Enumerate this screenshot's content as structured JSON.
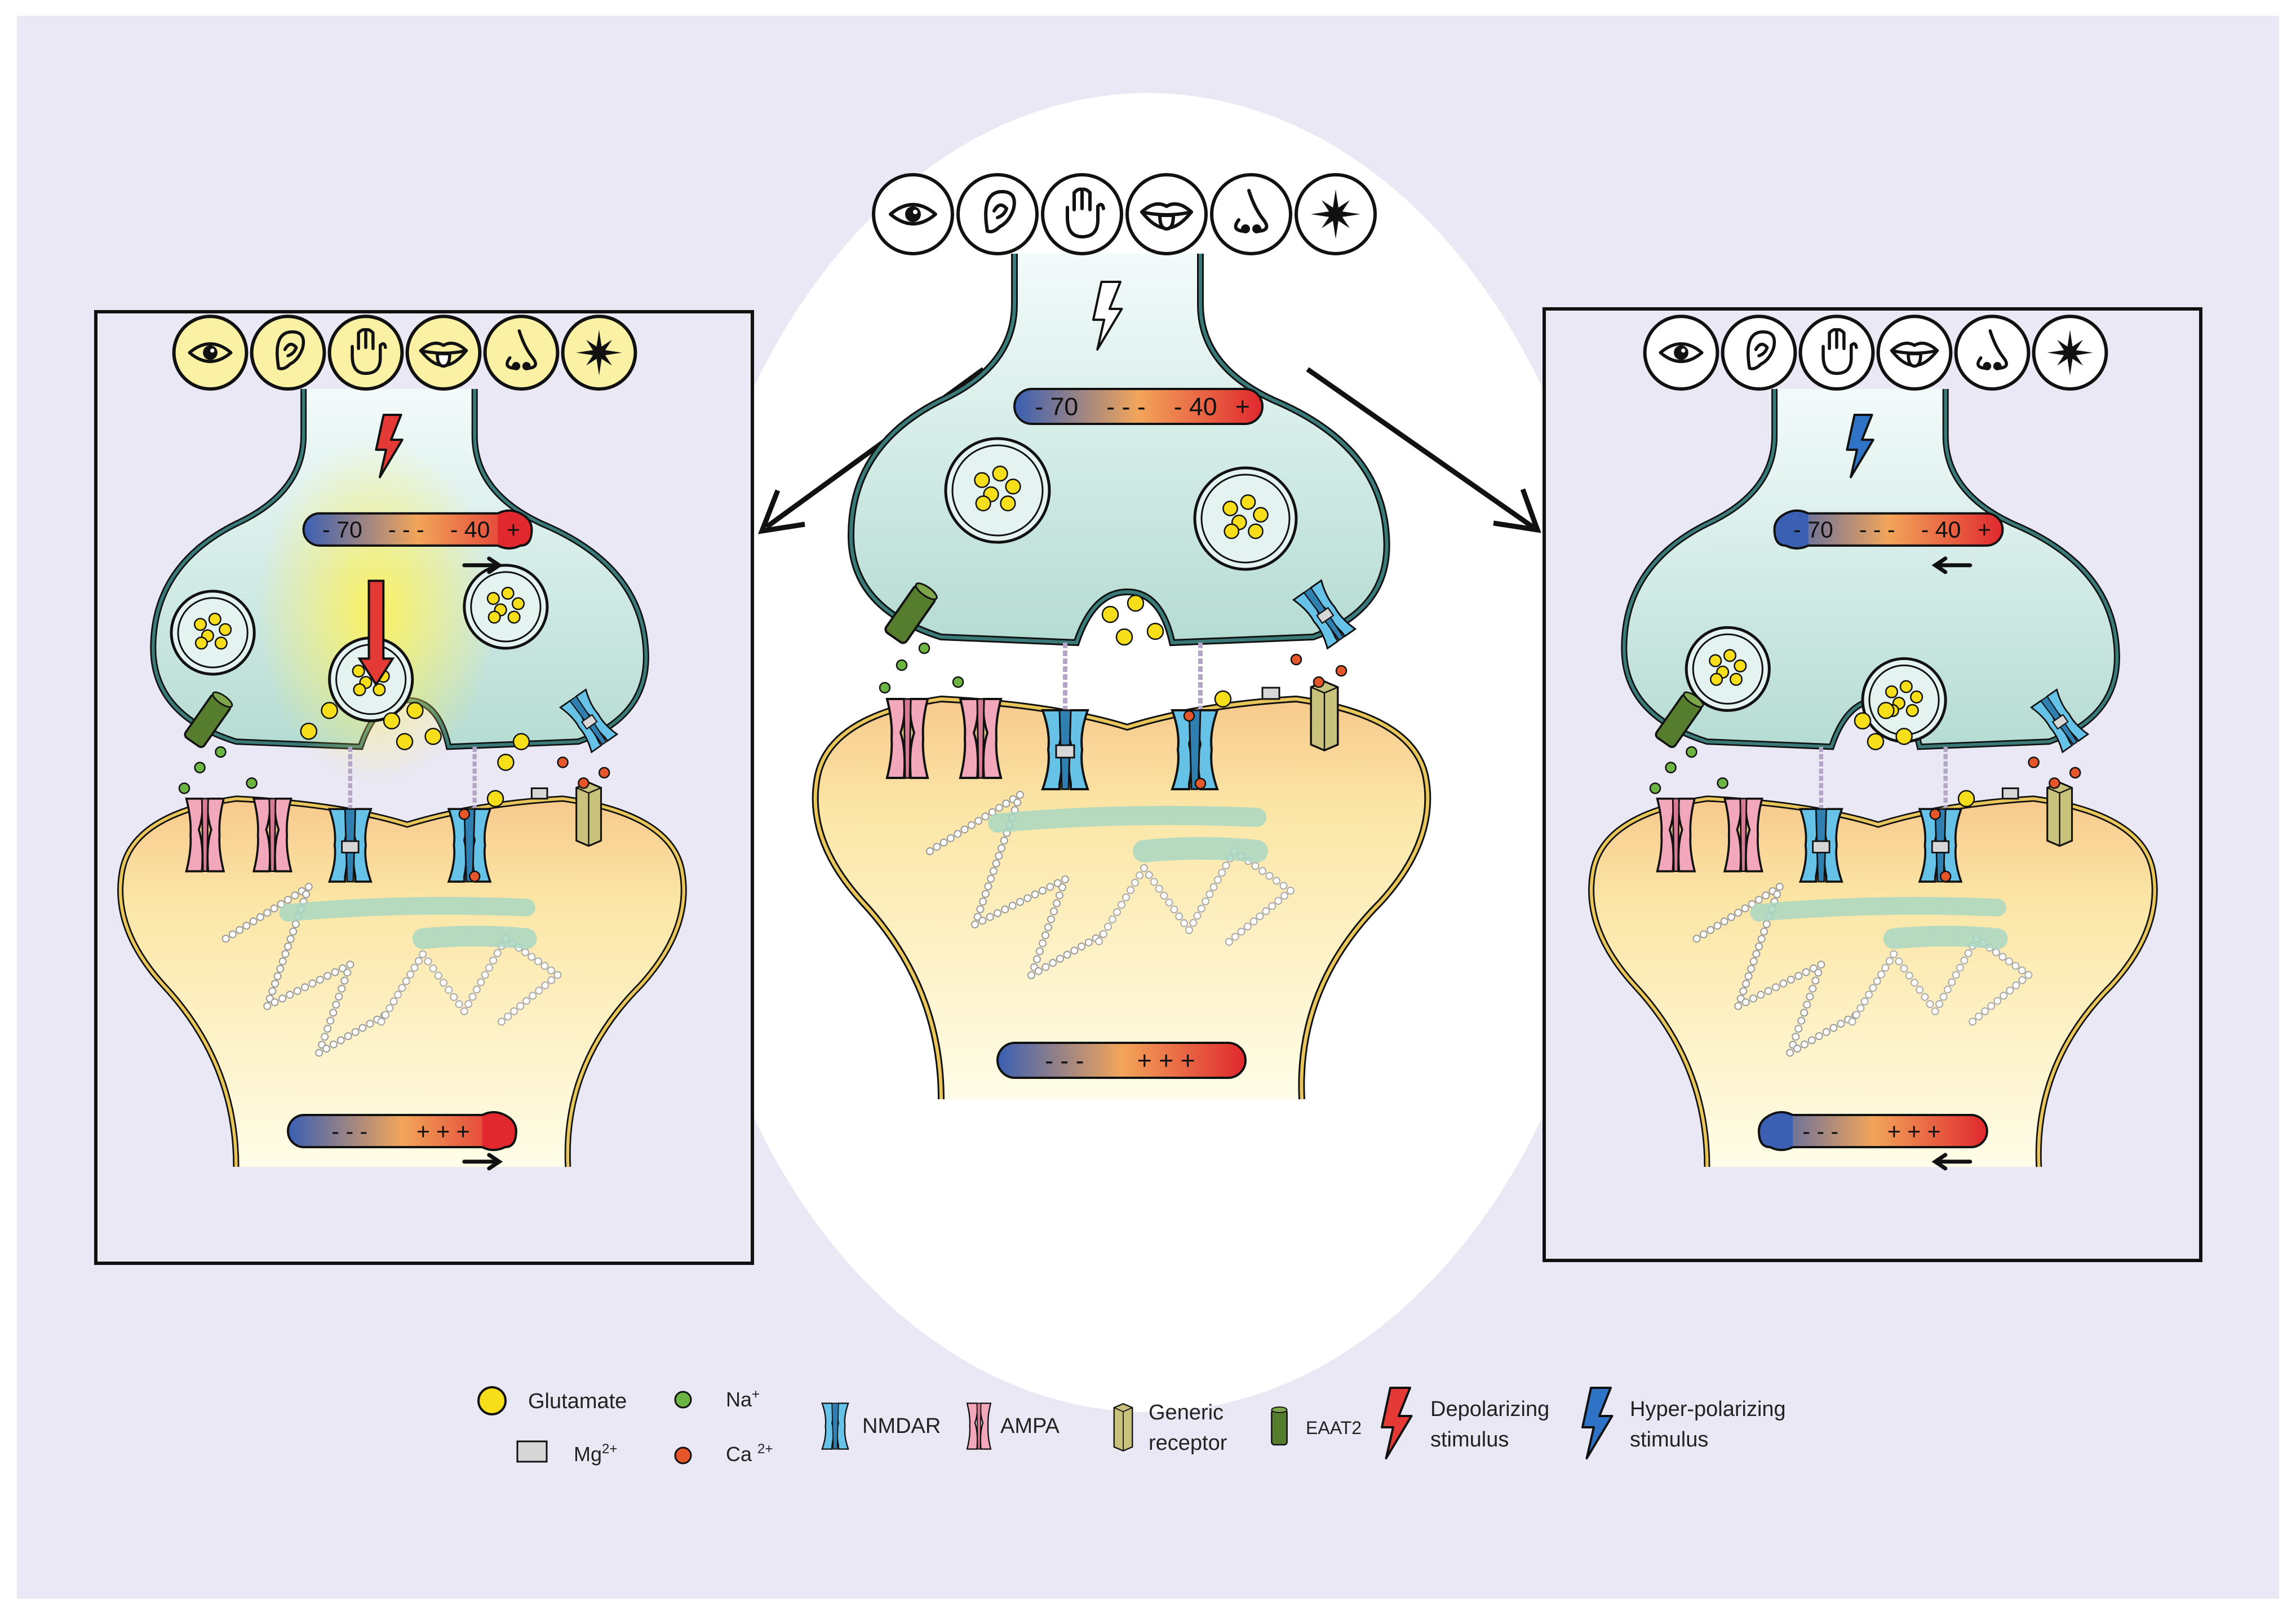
{
  "colors": {
    "page": "#ffffff",
    "background": "#e9e8f4",
    "ellipse": "#ffffff",
    "presynapse_top": "#f3fbfa",
    "presynapse_bottom": "#b5dcd3",
    "membrane": "#3a7a78",
    "postsynapse_top": "#f9cf93",
    "postsynapse_bottom": "#fffde0",
    "post_outline": "#e8c65a",
    "sense_yellow": "#fbf1a4",
    "glutamate": "#f7de1b",
    "sodium": "#6cb543",
    "calcium": "#e5572a",
    "magnesium": "#d7d7d7",
    "nmdar": "#66c2e6",
    "ampa": "#f3a7ba",
    "receptor": "#c8c27c",
    "eaat2": "#567d2e",
    "depolarizing": "#e53935",
    "hyperpolarizing": "#2f73c6",
    "grad_negative": "#3a5fb3",
    "grad_positive": "#e0282e"
  },
  "senses": [
    "eye-icon",
    "ear-icon",
    "hand-icon",
    "mouth-icon",
    "nose-icon",
    "pain-icon"
  ],
  "potentials": {
    "center_pre": {
      "neg": "- 70",
      "mid": "- - -",
      "pos": "- 40",
      "plus": "+"
    },
    "left_pre": {
      "neg": "- 70",
      "mid": "- - -",
      "pos": "- 40",
      "plus": "+"
    },
    "right_pre": {
      "neg": "- 70",
      "mid": "- - -",
      "pos": "- 40",
      "plus": "+"
    },
    "center_post": {
      "neg": "- - -",
      "pos": "+ + +"
    },
    "left_post": {
      "neg": "- - -",
      "pos": "+ + +"
    },
    "right_post": {
      "neg": "- - -",
      "pos": "+ + +"
    }
  },
  "legend": {
    "glutamate": "Glutamate",
    "na": "Na",
    "na_sup": "+",
    "mg": "Mg",
    "mg_sup": "2+",
    "ca": "Ca",
    "ca_sup": "2+",
    "nmdar": "NMDAR",
    "ampa": "AMPA",
    "generic_1": "Generic",
    "generic_2": "receptor",
    "eaat2": "EAAT2",
    "depol_1": "Depolarizing",
    "depol_2": "stimulus",
    "hyper_1": "Hyper-polarizing",
    "hyper_2": "stimulus"
  }
}
